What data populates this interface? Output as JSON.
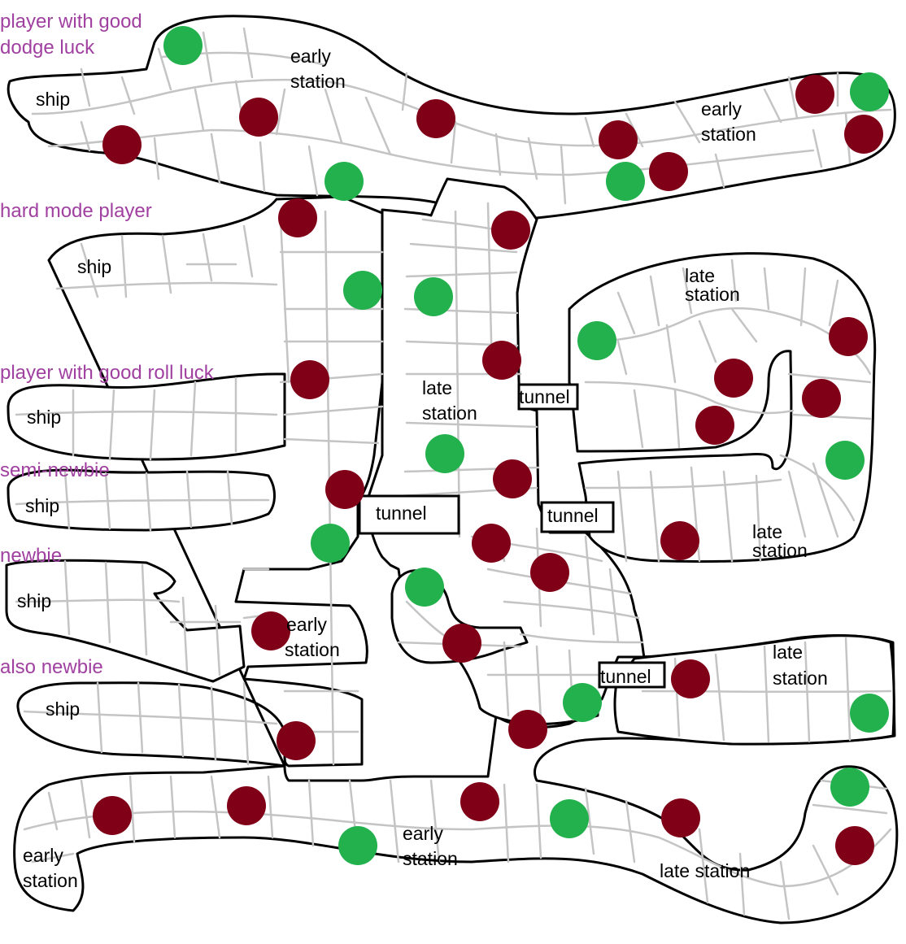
{
  "colors": {
    "legend_text": "#a040a0",
    "hazard_space": "#800018",
    "safe_space": "#22b14c",
    "outline": "#000000",
    "grid": "#c4c4c4"
  },
  "legend": [
    {
      "key": "dodge",
      "lines": [
        "player with good",
        "dodge luck"
      ]
    },
    {
      "key": "hard",
      "lines": [
        "hard mode player"
      ]
    },
    {
      "key": "roll",
      "lines": [
        "player with good roll luck"
      ]
    },
    {
      "key": "semi",
      "lines": [
        "semi-newbie"
      ]
    },
    {
      "key": "newbie",
      "lines": [
        "newbie"
      ]
    },
    {
      "key": "also",
      "lines": [
        "also newbie"
      ]
    }
  ],
  "labels": {
    "ship": "ship",
    "early_station": [
      "early",
      "station"
    ],
    "late_station": [
      "late",
      "station"
    ],
    "late_station_inline": "late station",
    "tunnel": "tunnel"
  }
}
